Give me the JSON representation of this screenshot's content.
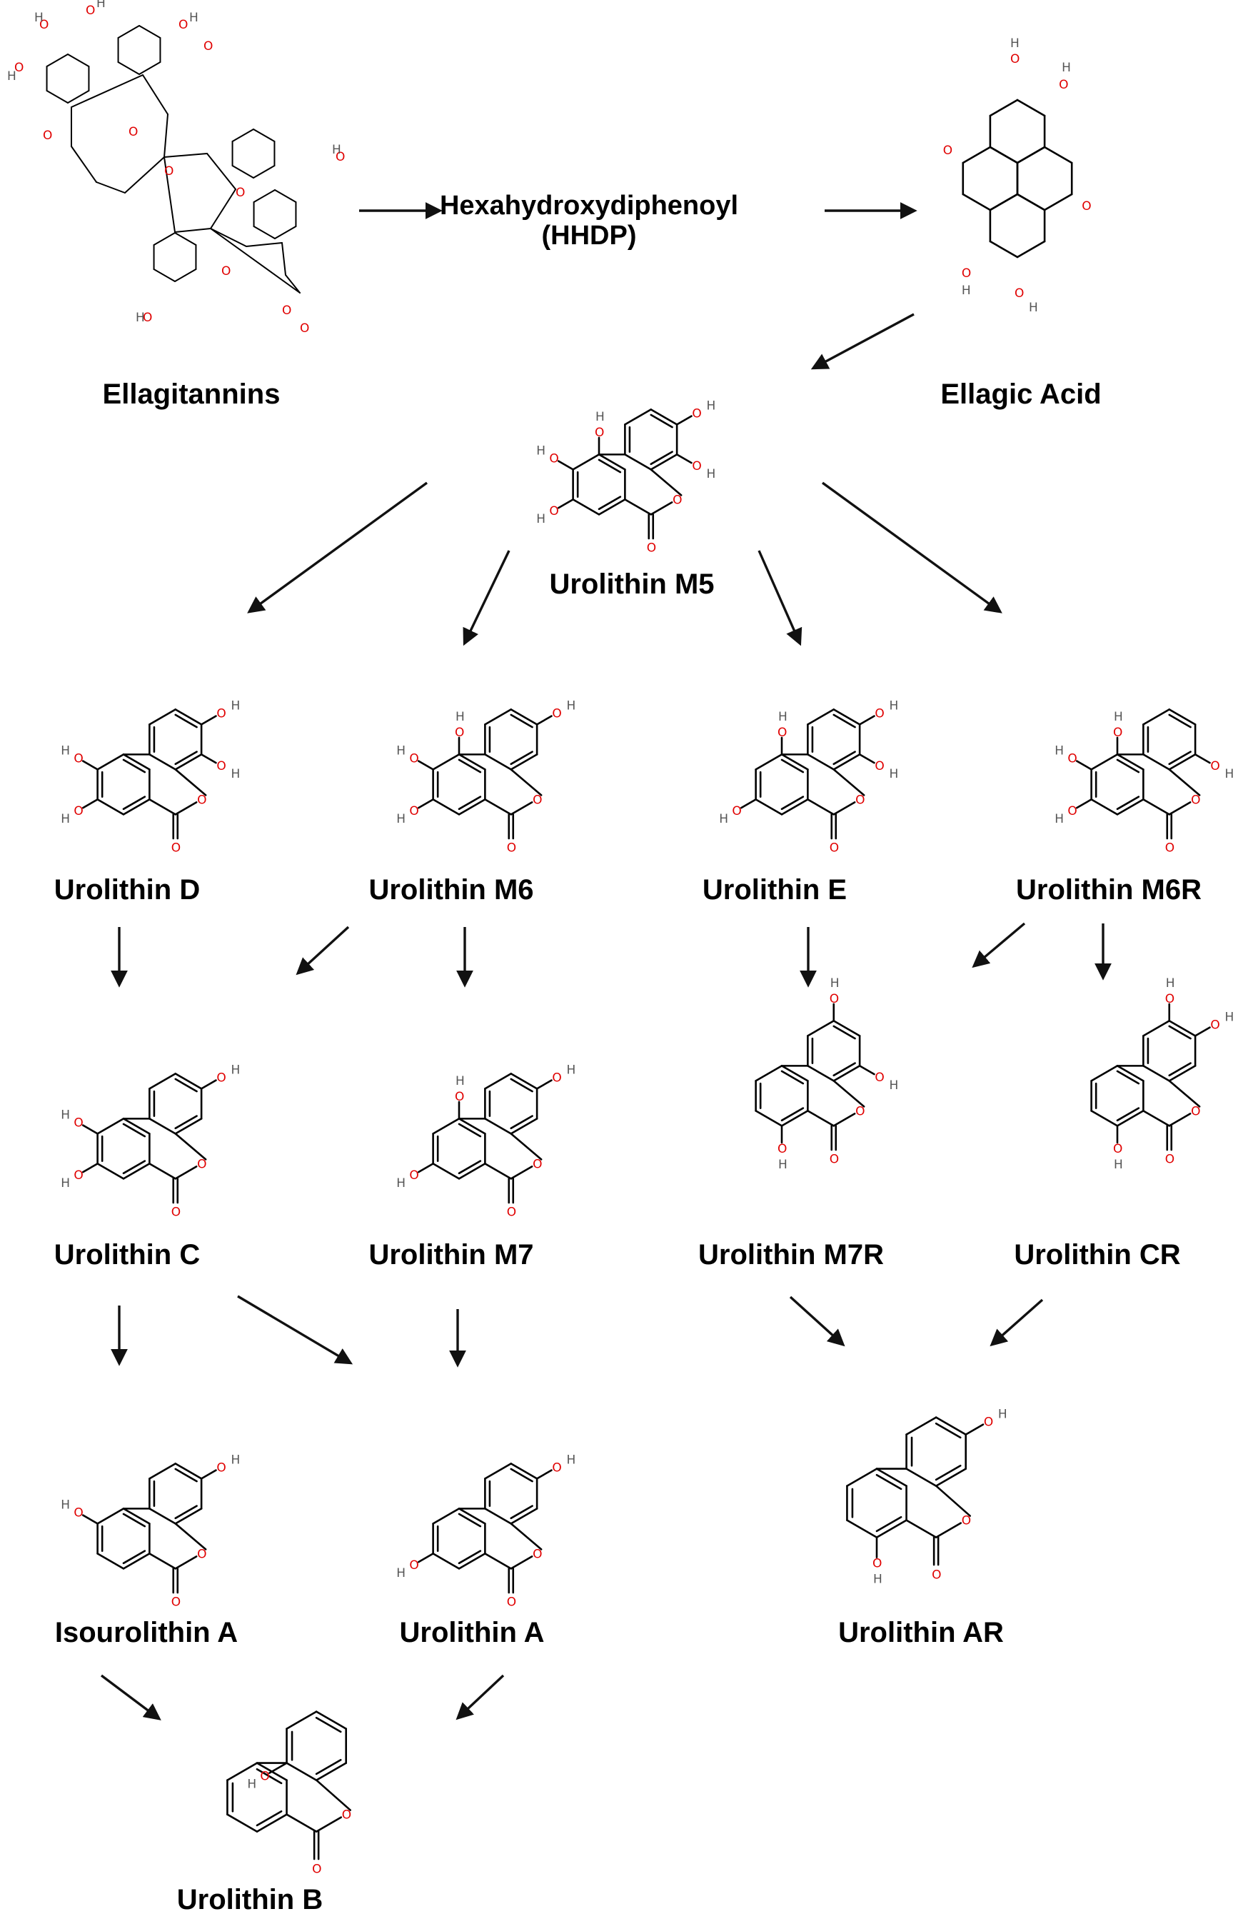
{
  "colors": {
    "bond": "#000000",
    "oxygen": "#e00000",
    "hydrogen": "#555555",
    "arrow": "#111111"
  },
  "nodes": [
    {
      "id": "ellagitannins",
      "label": "Ellagitannins"
    },
    {
      "id": "hhdp",
      "label": "Hexahydroxydiphenoyl\n(HHDP)"
    },
    {
      "id": "ellagic",
      "label": "Ellagic Acid"
    },
    {
      "id": "m5",
      "label": "Urolithin M5"
    },
    {
      "id": "uroD",
      "label": "Urolithin D"
    },
    {
      "id": "m6",
      "label": "Urolithin M6"
    },
    {
      "id": "uroE",
      "label": "Urolithin E"
    },
    {
      "id": "m6r",
      "label": "Urolithin M6R"
    },
    {
      "id": "uroC",
      "label": "Urolithin C"
    },
    {
      "id": "m7",
      "label": "Urolithin M7"
    },
    {
      "id": "m7r",
      "label": "Urolithin M7R"
    },
    {
      "id": "cr",
      "label": "Urolithin CR"
    },
    {
      "id": "isoA",
      "label": "Isourolithin A"
    },
    {
      "id": "uroA",
      "label": "Urolithin A"
    },
    {
      "id": "ar",
      "label": "Urolithin AR"
    },
    {
      "id": "uroB",
      "label": "Urolithin B"
    }
  ],
  "edges": [
    [
      "ellagitannins",
      "hhdp"
    ],
    [
      "hhdp",
      "ellagic"
    ],
    [
      "ellagic",
      "m5"
    ],
    [
      "m5",
      "uroD"
    ],
    [
      "m5",
      "m6"
    ],
    [
      "m5",
      "uroE"
    ],
    [
      "m5",
      "m6r"
    ],
    [
      "uroD",
      "uroC"
    ],
    [
      "m6",
      "uroC"
    ],
    [
      "m6",
      "m7"
    ],
    [
      "uroE",
      "m7r"
    ],
    [
      "m6r",
      "m7r"
    ],
    [
      "m6r",
      "cr"
    ],
    [
      "uroC",
      "isoA"
    ],
    [
      "uroC",
      "uroA"
    ],
    [
      "m7",
      "uroA"
    ],
    [
      "m7r",
      "ar"
    ],
    [
      "cr",
      "ar"
    ],
    [
      "isoA",
      "uroB"
    ],
    [
      "uroA",
      "uroB"
    ]
  ],
  "atoms": {
    "O": "O",
    "H": "H"
  }
}
